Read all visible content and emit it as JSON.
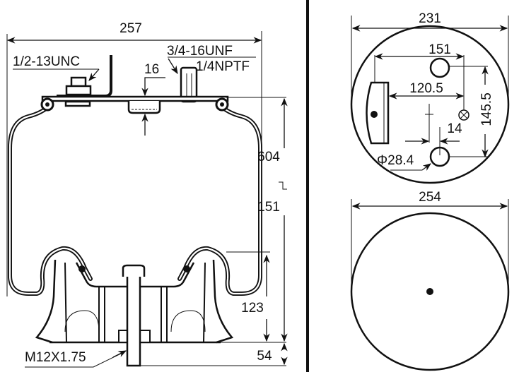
{
  "title": "Air spring technical drawing",
  "side_view": {
    "width_label": "257",
    "thread_left_label": "1/2-13UNC",
    "thread_right_label": "3/4-16UNF",
    "port_label": "1/4NPTF",
    "offset_label": "16",
    "height_label": "604",
    "compressed_label": "151",
    "piston_height_label": "123",
    "stud_length_label": "54",
    "stud_thread_label": "M12X1.75"
  },
  "top_plate_view": {
    "diameter_label": "231",
    "hole_spacing_x_label": "151",
    "sensor_offset_label": "120.5",
    "hole_spacing_y_label": "145.5",
    "center_offset_label": "14",
    "hole_diameter_label": "Φ28.4"
  },
  "piston_view": {
    "diameter_label": "254"
  }
}
